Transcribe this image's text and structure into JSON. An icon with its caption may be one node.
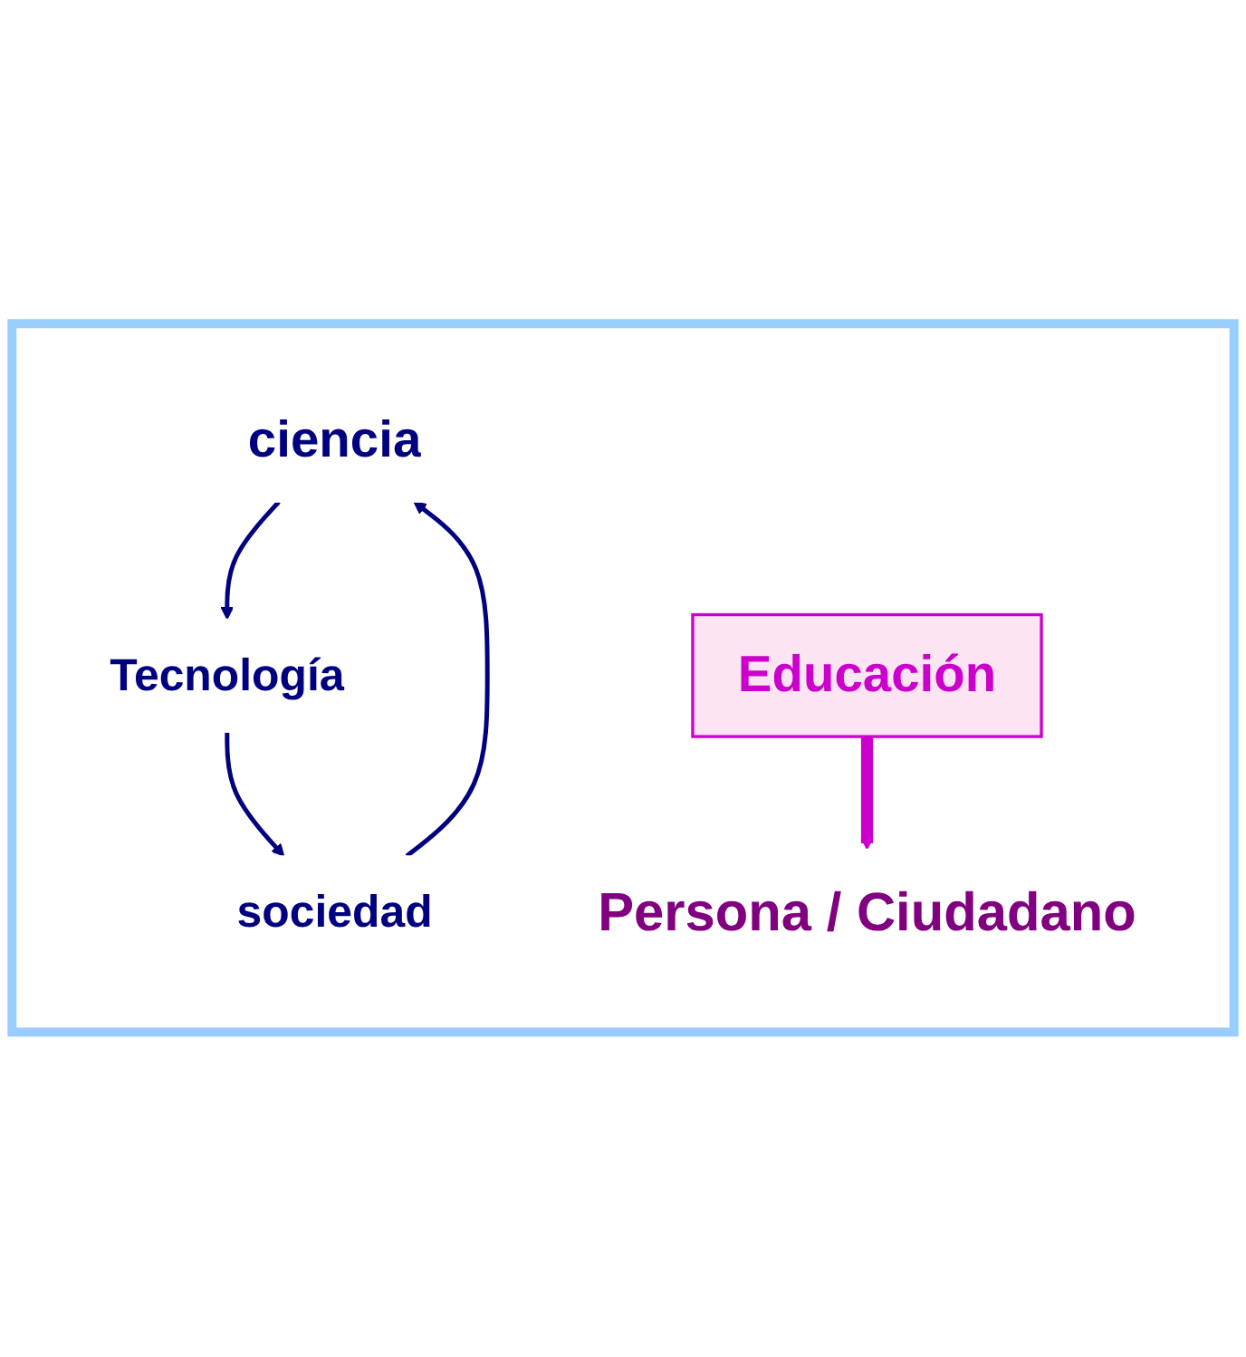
{
  "diagram": {
    "nodes": [
      {
        "text": [],
        "shape": "box"
      },
      {
        "text": [
          "ciencia"
        ],
        "in": 0
      },
      {
        "text": [
          "Tecnología"
        ],
        "in": 0
      },
      {
        "text": [
          "Educación"
        ],
        "in": 0
      },
      {
        "text": [
          "sociedad"
        ],
        "in": 0
      },
      {
        "text": [
          "Persona / Ciudadano"
        ],
        "in": 0
      }
    ],
    "edges": [
      {
        "from": 2,
        "to": 4,
        "arrow": "to"
      },
      {
        "from": 4,
        "to": 1,
        "arrow": "to"
      },
      {
        "from": 1,
        "to": 2,
        "arrow": "to"
      },
      {
        "from": 3,
        "to": 5,
        "arrow": "to",
        "style": "thick",
        "color": "#cc00cc"
      }
    ]
  }
}
